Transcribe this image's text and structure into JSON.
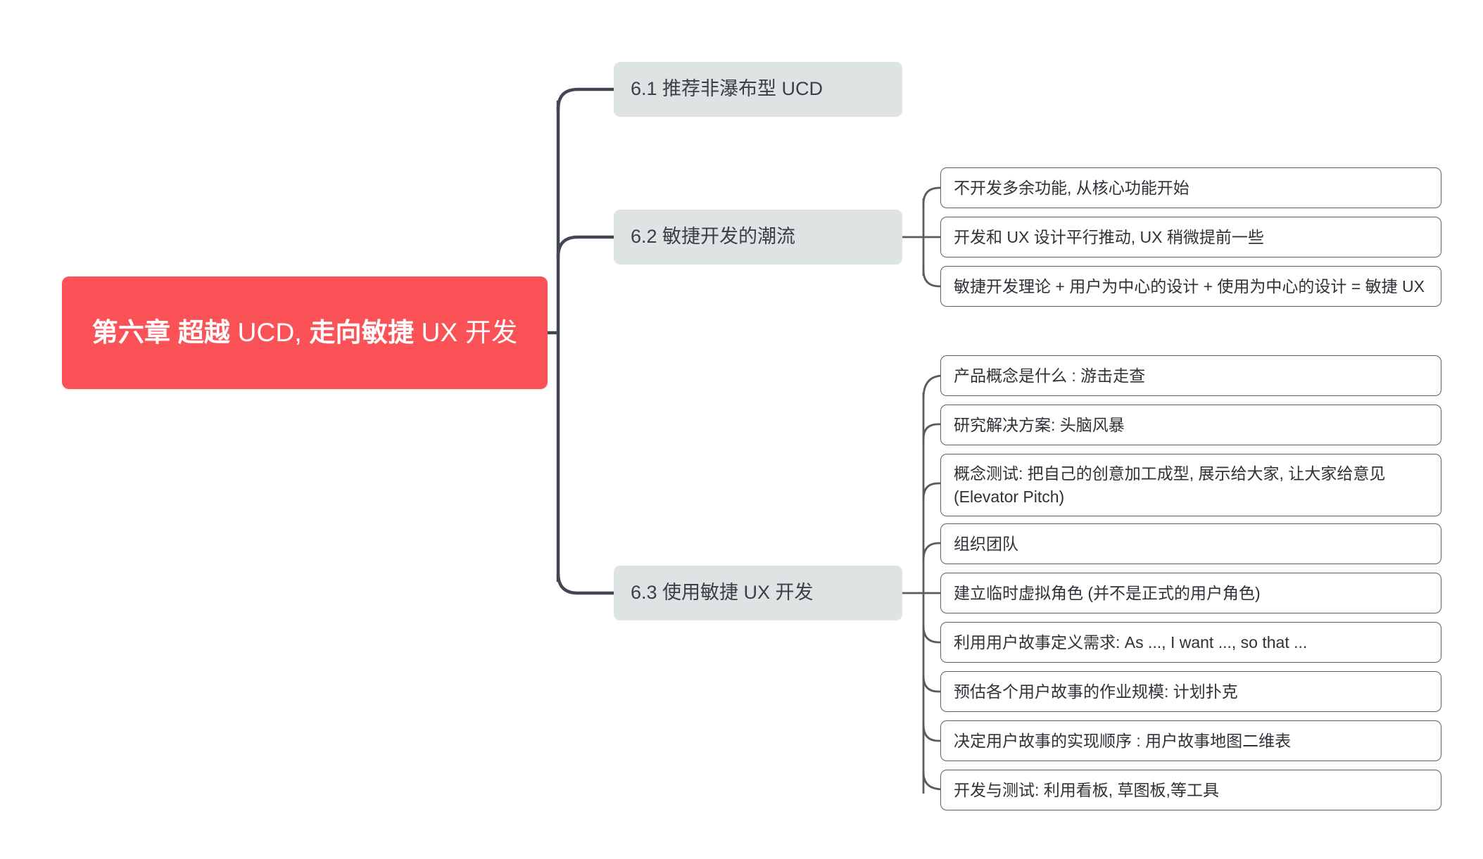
{
  "diagram": {
    "type": "mind-map",
    "orientation": "left-to-right",
    "background_color": "#ffffff",
    "colors": {
      "root_fill": "#fb5258",
      "root_text": "#ffffff",
      "level1_fill": "#dee4e4",
      "level1_text": "#3b4046",
      "level2_fill": "#ffffff",
      "level2_border": "#5c6066",
      "level2_text": "#2e3237",
      "trunk_edge": "#414652",
      "branch_edge": "#575c62"
    }
  },
  "root": {
    "text": "第六章 超越 UCD, 走向敏捷 UX 开发",
    "segments": [
      {
        "text": "第六章 超越 ",
        "bold": true
      },
      {
        "text": "UCD, ",
        "bold": false
      },
      {
        "text": "走向敏捷 ",
        "bold": true
      },
      {
        "text": "UX 开发",
        "bold": false
      }
    ]
  },
  "branches": [
    {
      "id": "6.1",
      "label": "6.1 推荐非瀑布型 UCD",
      "children": []
    },
    {
      "id": "6.2",
      "label": "6.2 敏捷开发的潮流",
      "children": [
        {
          "label": "不开发多余功能, 从核心功能开始"
        },
        {
          "label": "开发和 UX 设计平行推动, UX 稍微提前一些"
        },
        {
          "label": "敏捷开发理论 + 用户为中心的设计 + 使用为中心的设计 = 敏捷 UX"
        }
      ]
    },
    {
      "id": "6.3",
      "label": "6.3 使用敏捷 UX 开发",
      "children": [
        {
          "label": "产品概念是什么 : 游击走查"
        },
        {
          "label": "研究解决方案: 头脑风暴"
        },
        {
          "label": "概念测试: 把自己的创意加工成型, 展示给大家, 让大家给意见 (Elevator Pitch)"
        },
        {
          "label": "组织团队"
        },
        {
          "label": "建立临时虚拟角色 (并不是正式的用户角色)"
        },
        {
          "label": "利用用户故事定义需求: As ..., I want ..., so that ..."
        },
        {
          "label": "预估各个用户故事的作业规模: 计划扑克"
        },
        {
          "label": "决定用户故事的实现顺序 : 用户故事地图二维表"
        },
        {
          "label": "开发与测试: 利用看板, 草图板,等工具"
        }
      ]
    }
  ]
}
